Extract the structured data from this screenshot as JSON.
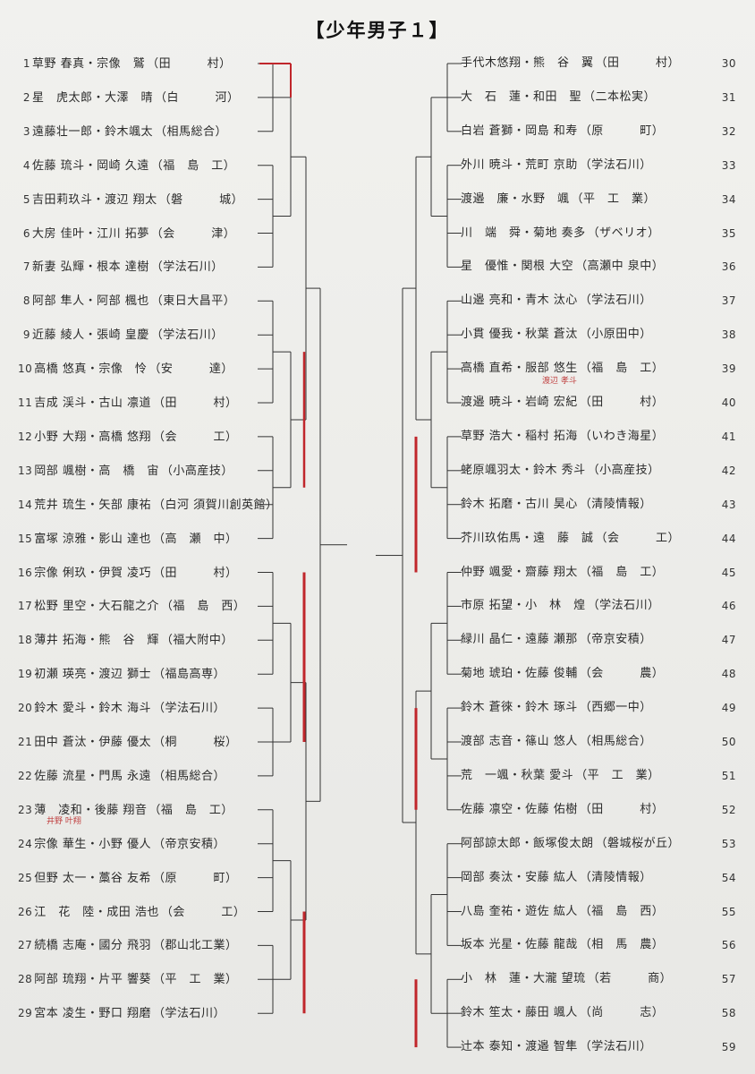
{
  "title": "【少年男子１】",
  "left_entries": [
    {
      "num": "1",
      "names": "草野 春真・宗像　鷲",
      "team": "（田　　　村）"
    },
    {
      "num": "2",
      "names": "星　虎太郎・大澤　晴",
      "team": "（白　　　河）"
    },
    {
      "num": "3",
      "names": "遠藤壮一郎・鈴木颯太",
      "team": "（相馬総合）"
    },
    {
      "num": "4",
      "names": "佐藤 琉斗・岡崎 久遠",
      "team": "（福　島　工）"
    },
    {
      "num": "5",
      "names": "吉田莉玖斗・渡辺 翔太",
      "team": "（磐　　　城）"
    },
    {
      "num": "6",
      "names": "大房 佳叶・江川 拓夢",
      "team": "（会　　　津）"
    },
    {
      "num": "7",
      "names": "新妻 弘輝・根本 達樹",
      "team": "（学法石川）"
    },
    {
      "num": "8",
      "names": "阿部 隼人・阿部 楓也",
      "team": "（東日大昌平）"
    },
    {
      "num": "9",
      "names": "近藤 綾人・張崎 皇慶",
      "team": "（学法石川）"
    },
    {
      "num": "10",
      "names": "高橋 悠真・宗像　怜",
      "team": "（安　　　達）"
    },
    {
      "num": "11",
      "names": "吉成 渓斗・古山 凛道",
      "team": "（田　　　村）"
    },
    {
      "num": "12",
      "names": "小野 大翔・高橋 悠翔",
      "team": "（会　　　工）"
    },
    {
      "num": "13",
      "names": "岡部 颯樹・高　橋　宙",
      "team": "（小高産技）"
    },
    {
      "num": "14",
      "names": "荒井 琉生・矢部 康祐",
      "team": "（白河 須賀川創英館）"
    },
    {
      "num": "15",
      "names": "富塚 涼雅・影山 達也",
      "team": "（高　瀬　中）"
    },
    {
      "num": "16",
      "names": "宗像 俐玖・伊賀 凌巧",
      "team": "（田　　　村）"
    },
    {
      "num": "17",
      "names": "松野 里空・大石龍之介",
      "team": "（福　島　西）"
    },
    {
      "num": "18",
      "names": "薄井 拓海・熊　谷　輝",
      "team": "（福大附中）"
    },
    {
      "num": "19",
      "names": "初瀬 瑛亮・渡辺 獅士",
      "team": "（福島高専）"
    },
    {
      "num": "20",
      "names": "鈴木 愛斗・鈴木 海斗",
      "team": "（学法石川）"
    },
    {
      "num": "21",
      "names": "田中 蒼汰・伊藤 優太",
      "team": "（桐　　　桜）"
    },
    {
      "num": "22",
      "names": "佐藤 流星・門馬 永遠",
      "team": "（相馬総合）"
    },
    {
      "num": "23",
      "names": "薄　凌和・後藤 翔音",
      "team": "（福　島　工）"
    },
    {
      "num": "24",
      "names": "宗像 華生・小野 優人",
      "team": "（帝京安積）"
    },
    {
      "num": "25",
      "names": "但野 太一・藁谷 友希",
      "team": "（原　　　町）"
    },
    {
      "num": "26",
      "names": "江　花　陸・成田 浩也",
      "team": "（会　　　工）"
    },
    {
      "num": "27",
      "names": "続橋 志庵・國分 飛羽",
      "team": "（郡山北工業）"
    },
    {
      "num": "28",
      "names": "阿部 琉翔・片平 響葵",
      "team": "（平　工　業）"
    },
    {
      "num": "29",
      "names": "宮本 凌生・野口 翔磨",
      "team": "（学法石川）"
    }
  ],
  "right_entries": [
    {
      "num": "30",
      "names": "手代木悠翔・熊　谷　翼",
      "team": "（田　　　村）"
    },
    {
      "num": "31",
      "names": "大　石　蓮・和田　聖",
      "team": "（二本松実）"
    },
    {
      "num": "32",
      "names": "白岩 蒼獅・岡島 和寿",
      "team": "（原　　　町）"
    },
    {
      "num": "33",
      "names": "外川 暁斗・荒町 京助",
      "team": "（学法石川）"
    },
    {
      "num": "34",
      "names": "渡邉　廉・水野　颯",
      "team": "（平　工　業）"
    },
    {
      "num": "35",
      "names": "川　端　舜・菊地 奏多",
      "team": "（ザベリオ）"
    },
    {
      "num": "36",
      "names": "星　優惟・関根 大空",
      "team": "（高瀬中 泉中）"
    },
    {
      "num": "37",
      "names": "山邉 亮和・青木 汰心",
      "team": "（学法石川）"
    },
    {
      "num": "38",
      "names": "小貫 優我・秋葉 蒼汰",
      "team": "（小原田中）"
    },
    {
      "num": "39",
      "names": "高橋 直希・服部 悠生",
      "team": "（福　島　工）"
    },
    {
      "num": "40",
      "names": "渡邉 暁斗・岩崎 宏紀",
      "team": "（田　　　村）"
    },
    {
      "num": "41",
      "names": "草野 浩大・稲村 拓海",
      "team": "（いわき海星）"
    },
    {
      "num": "42",
      "names": "蛯原颯羽太・鈴木 秀斗",
      "team": "（小高産技）"
    },
    {
      "num": "43",
      "names": "鈴木 拓磨・古川 昊心",
      "team": "（清陵情報）"
    },
    {
      "num": "44",
      "names": "芥川玖佑馬・遠　藤　誠",
      "team": "（会　　　工）"
    },
    {
      "num": "45",
      "names": "仲野 颯愛・齋藤 翔太",
      "team": "（福　島　工）"
    },
    {
      "num": "46",
      "names": "市原 拓望・小　林　煌",
      "team": "（学法石川）"
    },
    {
      "num": "47",
      "names": "緑川 晶仁・遠藤 瀬那",
      "team": "（帝京安積）"
    },
    {
      "num": "48",
      "names": "菊地 琥珀・佐藤 俊輔",
      "team": "（会　　　農）"
    },
    {
      "num": "49",
      "names": "鈴木 蒼徠・鈴木 琢斗",
      "team": "（西郷一中）"
    },
    {
      "num": "50",
      "names": "渡部 志音・篠山 悠人",
      "team": "（相馬総合）"
    },
    {
      "num": "51",
      "names": "荒　一颯・秋葉 愛斗",
      "team": "（平　工　業）"
    },
    {
      "num": "52",
      "names": "佐藤 凛空・佐藤 佑樹",
      "team": "（田　　　村）"
    },
    {
      "num": "53",
      "names": "阿部諒太郎・飯塚俊太朗",
      "team": "（磐城桜が丘）"
    },
    {
      "num": "54",
      "names": "岡部 奏汰・安藤 紘人",
      "team": "（清陵情報）"
    },
    {
      "num": "55",
      "names": "八島 奎祐・遊佐 紘人",
      "team": "（福　島　西）"
    },
    {
      "num": "56",
      "names": "坂本 光星・佐藤 龍哉",
      "team": "（相　馬　農）"
    },
    {
      "num": "57",
      "names": "小　林　蓮・大瀧 望琉",
      "team": "（若　　　商）"
    },
    {
      "num": "58",
      "names": "鈴木 笙太・藤田 颯人",
      "team": "（尚　　　志）"
    },
    {
      "num": "59",
      "names": "辻本 泰知・渡邉 智隼",
      "team": "（学法石川）"
    }
  ],
  "annotations": {
    "left_23": "井野 叶翔",
    "right_39": "渡辺 孝斗"
  },
  "colors": {
    "ink": "#222222",
    "pen": "#c0262b",
    "line": "#333333"
  }
}
